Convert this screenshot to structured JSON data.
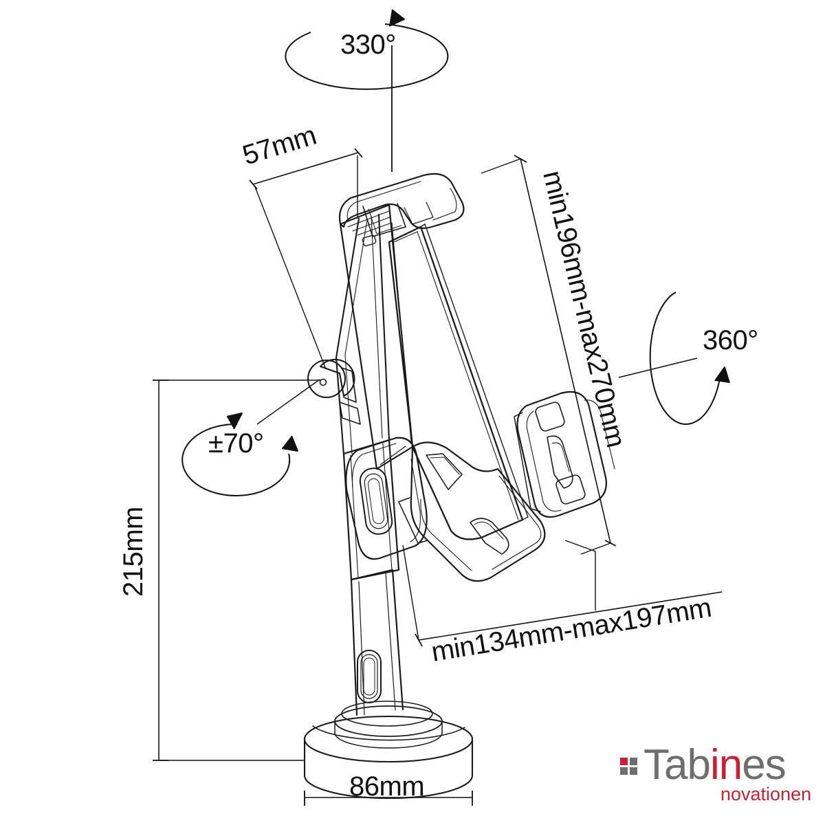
{
  "drawing": {
    "title": "Tablet holder technical dimension drawing",
    "line_color": "#1a1a1a",
    "dimension_color": "#111111",
    "background": "#ffffff",
    "annotations": {
      "rotation_top": "330°",
      "depth_top": "57mm",
      "height_holder": "min196mm-max270mm",
      "rotation_side": "360°",
      "tilt": "±70°",
      "height_stand": "215mm",
      "width_holder": "min134mm-max197mm",
      "base_diameter": "86mm"
    }
  },
  "logo": {
    "text_part1": "Tab",
    "text_part2": "in",
    "text_part3": "es",
    "subtitle": "novationen",
    "gray": "#6e6e6e",
    "red": "#cc1f35"
  }
}
